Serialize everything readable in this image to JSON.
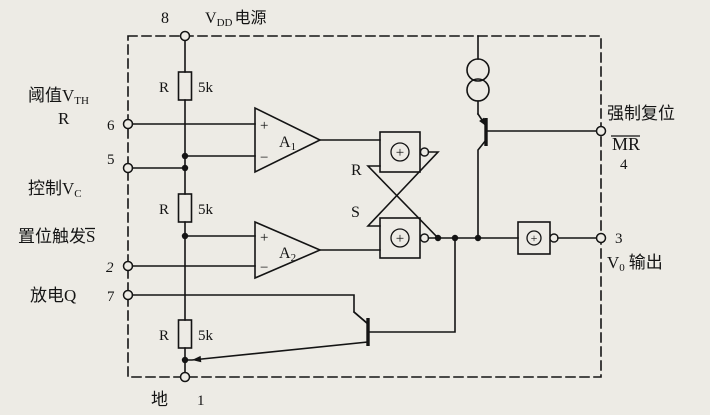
{
  "colors": {
    "ink": "#141414",
    "paper": "#edebe5"
  },
  "pins": {
    "pin8": {
      "number": "8",
      "v": "V",
      "sub": "DD",
      "suffix": "电源"
    },
    "pin6": {
      "number": "6",
      "line1": "阈值V",
      "line1_sub": "TH",
      "line2": "R"
    },
    "pin5": {
      "number": "5",
      "label": "控制V",
      "sub": "C"
    },
    "pin2": {
      "number": "2",
      "label": "置位触发",
      "overlined": "S"
    },
    "pin7": {
      "number": "7",
      "label": "放电Q"
    },
    "pin1": {
      "number": "1",
      "label": "地"
    },
    "pin4": {
      "number": "4",
      "label": "强制复位",
      "overlined": "MR"
    },
    "pin3": {
      "number": "3",
      "v": "V",
      "sub": "0",
      "suffix": "输出"
    }
  },
  "resistors": [
    {
      "name": "R",
      "value": "5k"
    },
    {
      "name": "R",
      "value": "5k"
    },
    {
      "name": "R",
      "value": "5k"
    }
  ],
  "comparators": [
    {
      "name": "A",
      "sub": "1",
      "plus": "+",
      "minus": "−"
    },
    {
      "name": "A",
      "sub": "2",
      "plus": "+",
      "minus": "−"
    }
  ],
  "flipflop": {
    "r_label": "R",
    "s_label": "S",
    "gate_symbol": "+"
  },
  "output_buffer": {
    "gate_symbol": "+"
  }
}
